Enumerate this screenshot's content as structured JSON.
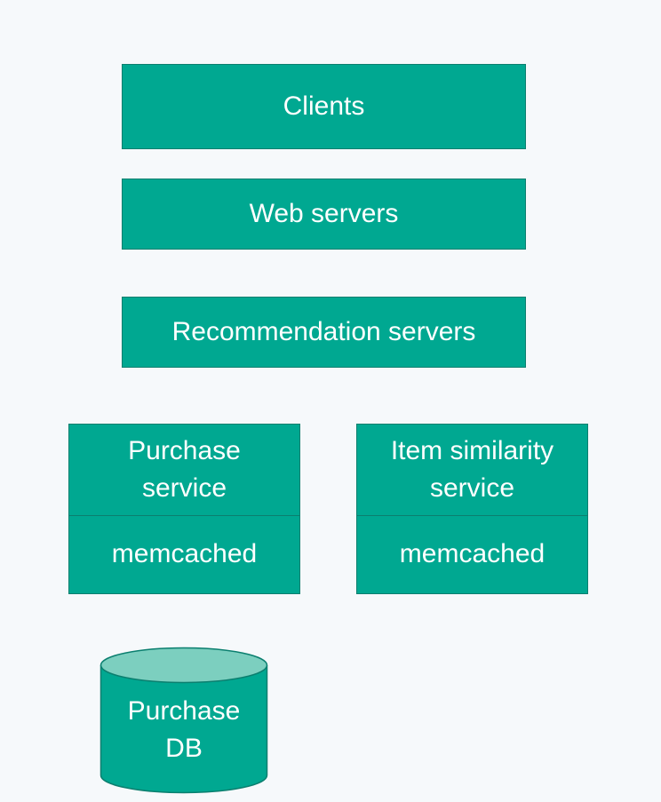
{
  "diagram": {
    "clients": "Clients",
    "web_servers": "Web servers",
    "recommendation_servers": "Recommendation servers",
    "purchase_service": {
      "title": "Purchase\nservice",
      "cache": "memcached"
    },
    "item_similarity_service": {
      "title": "Item similarity\nservice",
      "cache": "memcached"
    },
    "purchase_db": "Purchase\nDB"
  },
  "colors": {
    "background": "#f6f9fb",
    "box_fill": "#00a891",
    "box_border": "#0b7f6f",
    "db_top_fill": "#7ccfbf",
    "text": "#ffffff"
  }
}
